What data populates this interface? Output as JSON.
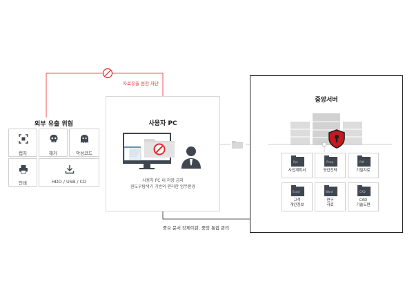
{
  "blocked_label": "자료유출 원천 차단",
  "threats": {
    "title": "외부 유출 위협",
    "items": [
      {
        "label": "캡처"
      },
      {
        "label": "해커"
      },
      {
        "label": "악성코드"
      },
      {
        "label": "인쇄"
      },
      {
        "label": "HDD / USB / CD"
      }
    ]
  },
  "user_pc": {
    "title": "사용자 PC",
    "desc_line1": "사용자 PC 내 저장 금지",
    "desc_line2": "윈도우탐색기 기반의 편리한 업무환경"
  },
  "central_note": "중요 문서 강제이관, 중앙 통합 관리",
  "server": {
    "title": "중앙서버",
    "docs": [
      {
        "tag": "Ppt",
        "label1": "사업계획서",
        "label2": ""
      },
      {
        "tag": "Pnng",
        "label1": "영업전략",
        "label2": ""
      },
      {
        "tag": "Pdf",
        "label1": "기밀자료",
        "label2": ""
      },
      {
        "tag": "Excel",
        "label1": "고객",
        "label2": "개인정보"
      },
      {
        "tag": "Word",
        "label1": "연구",
        "label2": "자료"
      },
      {
        "tag": "CAD",
        "label1": "CAD",
        "label2": "기술도면"
      }
    ]
  },
  "colors": {
    "accent": "#e8262c",
    "line": "#cfcfcf",
    "dark": "#3f4650",
    "border": "#222222"
  }
}
